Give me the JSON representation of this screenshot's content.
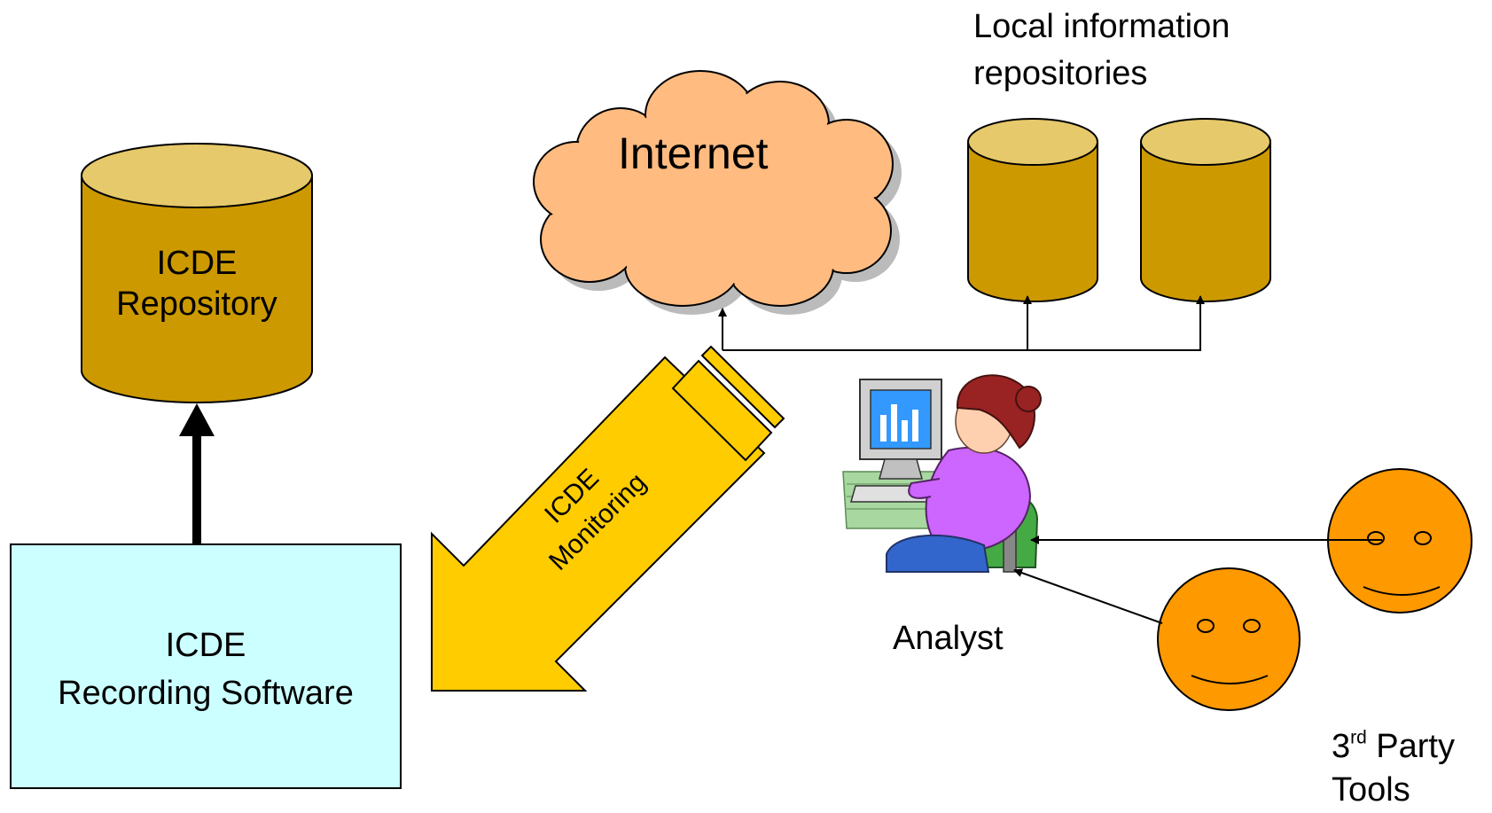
{
  "repository": {
    "line1": "ICDE",
    "line2": "Repository"
  },
  "recording": {
    "line1": "ICDE",
    "line2": "Recording Software"
  },
  "internet": {
    "label": "Internet"
  },
  "local_repos": {
    "line1": "Local information",
    "line2": "repositories"
  },
  "monitoring": {
    "line1": "ICDE",
    "line2": "Monitoring"
  },
  "analyst": {
    "label": "Analyst"
  },
  "third_party": {
    "ordinal": "3",
    "suffix": "rd",
    "word": "Party",
    "line2": "Tools"
  },
  "colors": {
    "cylinder_body": "#CC9900",
    "cylinder_top": "#E6C96A",
    "recording_box": "#CCFFFF",
    "cloud": "#FFBB80",
    "monitoring_arrow": "#FFCC00",
    "smiley": "#FF9900"
  }
}
